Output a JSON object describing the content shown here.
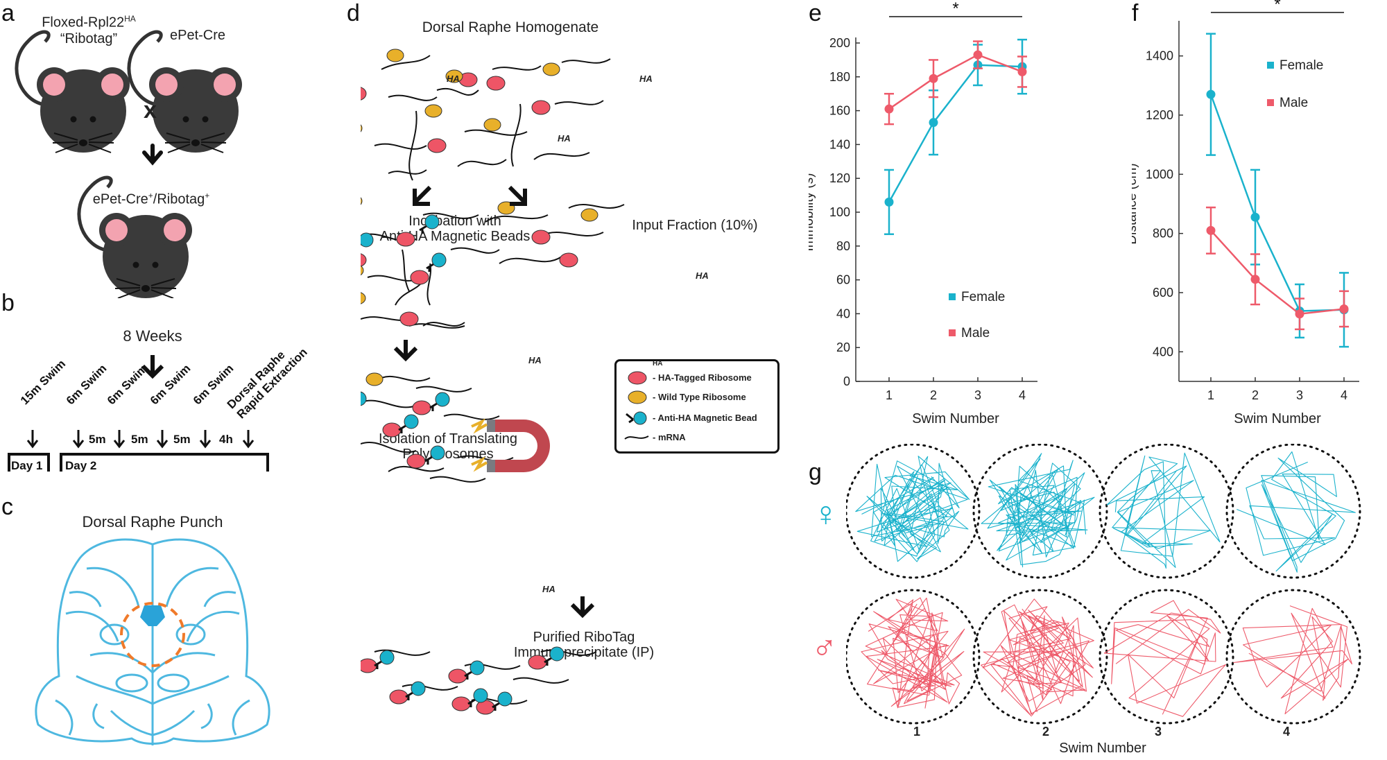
{
  "panel_labels": {
    "a": "a",
    "b": "b",
    "c": "c",
    "d": "d",
    "e": "e",
    "f": "f",
    "g": "g"
  },
  "panel_a": {
    "mouse1_line1": "Floxed-Rpl22",
    "mouse1_sup": "HA",
    "mouse1_line2": "“Ribotag”",
    "mouse2": "ePet-Cre",
    "cross": "x",
    "offspring": "ePet-Cre",
    "offspring_sup1": "+",
    "offspring_mid": "/Ribotag",
    "offspring_sup2": "+",
    "age": "8 Weeks"
  },
  "panel_b": {
    "swims": [
      "15m Swim",
      "6m Swim",
      "6m Swim",
      "6m Swim",
      "6m Swim"
    ],
    "extraction_line1": "Dorsal Raphe",
    "extraction_line2": "Rapid Extraction",
    "intervals": [
      "5m",
      "5m",
      "5m",
      "4h"
    ],
    "day1": "Day 1",
    "day2": "Day 2"
  },
  "panel_c": {
    "title": "Dorsal Raphe Punch"
  },
  "panel_d": {
    "homogenate": "Dorsal Raphe Homogenate",
    "incubation_line1": "Incubation with",
    "incubation_line2": "Anti-HA Magnetic Beads",
    "input": "Input Fraction (10%)",
    "isolation_line1": "Isolation of Translating",
    "isolation_line2": "Polyribosomes",
    "purified_line1": "Purified RiboTag",
    "purified_line2": "Immunoprecipitate (IP)",
    "ha_tag": "HA",
    "legend": {
      "ha_label": "HA",
      "tagged": "- HA-Tagged Ribosome",
      "wildtype": "- Wild Type Ribosome",
      "bead": "- Anti-HA Magnetic Bead",
      "mrna": "- mRNA"
    }
  },
  "colors": {
    "female": "#1ab2cc",
    "male": "#ee5a6a",
    "ribo_red": "#ee5566",
    "ribo_yellow": "#e8b02a",
    "bead": "#1ab2cc",
    "magnet": "#c0474f"
  },
  "panel_g": {
    "female_symbol": "♀",
    "male_symbol": "♂",
    "numbers": [
      "1",
      "2",
      "3",
      "4"
    ],
    "xlabel": "Swim Number"
  },
  "chart_data": [
    {
      "type": "line",
      "panel": "e",
      "x": [
        1,
        2,
        3,
        4
      ],
      "xlabel": "Swim Number",
      "ylabel": "Immobility (s)",
      "ylim": [
        0,
        200
      ],
      "yticks": [
        0,
        20,
        40,
        60,
        80,
        100,
        120,
        140,
        160,
        180,
        200
      ],
      "significance": "*",
      "legend_position": "bottom-right",
      "series": [
        {
          "name": "Female",
          "values": [
            106,
            153,
            187,
            186
          ],
          "err": [
            19,
            19,
            12,
            16
          ]
        },
        {
          "name": "Male",
          "values": [
            161,
            179,
            193,
            183
          ],
          "err": [
            9,
            11,
            8,
            9
          ]
        }
      ]
    },
    {
      "type": "line",
      "panel": "f",
      "x": [
        1,
        2,
        3,
        4
      ],
      "xlabel": "Swim Number",
      "ylabel": "Distance (cm)",
      "ylim": [
        300,
        1500
      ],
      "yticks": [
        400,
        600,
        800,
        1000,
        1200,
        1400
      ],
      "significance": "*",
      "legend_position": "top-right",
      "series": [
        {
          "name": "Female",
          "values": [
            1270,
            855,
            538,
            542
          ],
          "err": [
            205,
            160,
            90,
            125
          ]
        },
        {
          "name": "Male",
          "values": [
            810,
            645,
            528,
            545
          ],
          "err": [
            78,
            85,
            52,
            60
          ]
        }
      ]
    }
  ]
}
